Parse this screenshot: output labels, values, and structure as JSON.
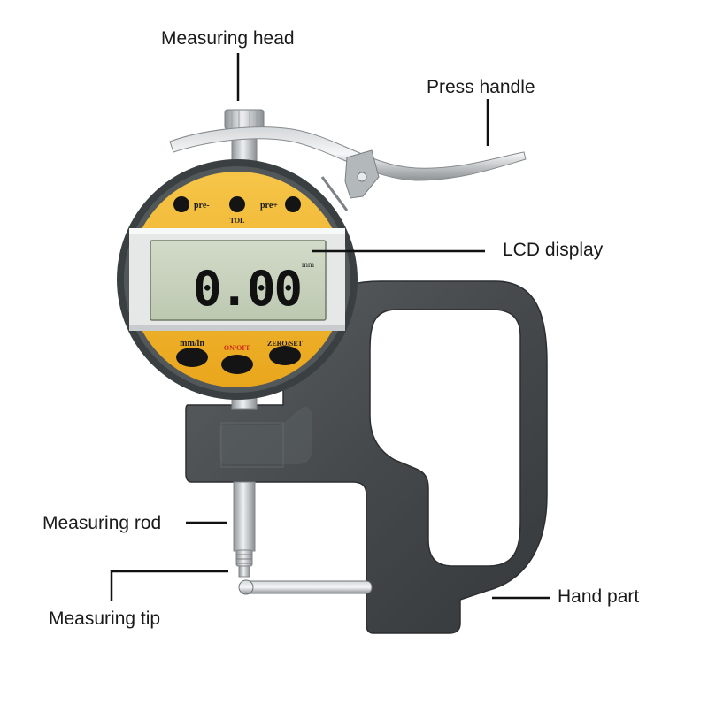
{
  "callouts": {
    "measuring_head": "Measuring head",
    "press_handle": "Press handle",
    "lcd_display": "LCD display",
    "measuring_rod": "Measuring rod",
    "measuring_tip": "Measuring tip",
    "hand_part": "Hand part"
  },
  "gauge": {
    "top_buttons": {
      "pre_minus": "pre-",
      "tol": "TOL",
      "pre_plus": "pre+"
    },
    "bottom_buttons": {
      "mm_in": "mm/in",
      "on_off": "ON/OFF",
      "zero_set": "ZERO/SET"
    },
    "reading": "0.00",
    "unit": "mm"
  },
  "colors": {
    "bezel": "#3d4245",
    "yellow_panel": "#f2b42a",
    "lcd_background": "#c9d3bf",
    "frame": "#4a4e51",
    "on_off_text": "#d02a1a",
    "button": "#141414"
  }
}
